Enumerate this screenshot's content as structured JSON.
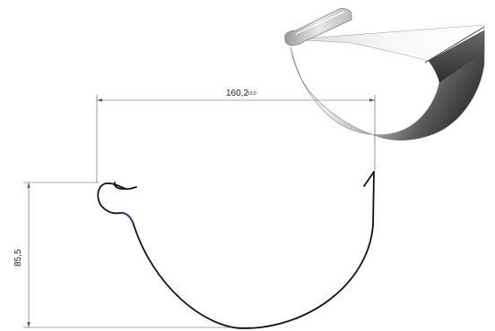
{
  "dimensions": {
    "width_value": "160,2",
    "width_tolerance": "±3,0",
    "height_value": "85,5"
  },
  "colors": {
    "profile_line": "#111111",
    "dimension_line": "#555555",
    "bead_accent": "#2a3a7a",
    "render_light": "#ffffff",
    "render_dark": "#3a3a3a"
  }
}
